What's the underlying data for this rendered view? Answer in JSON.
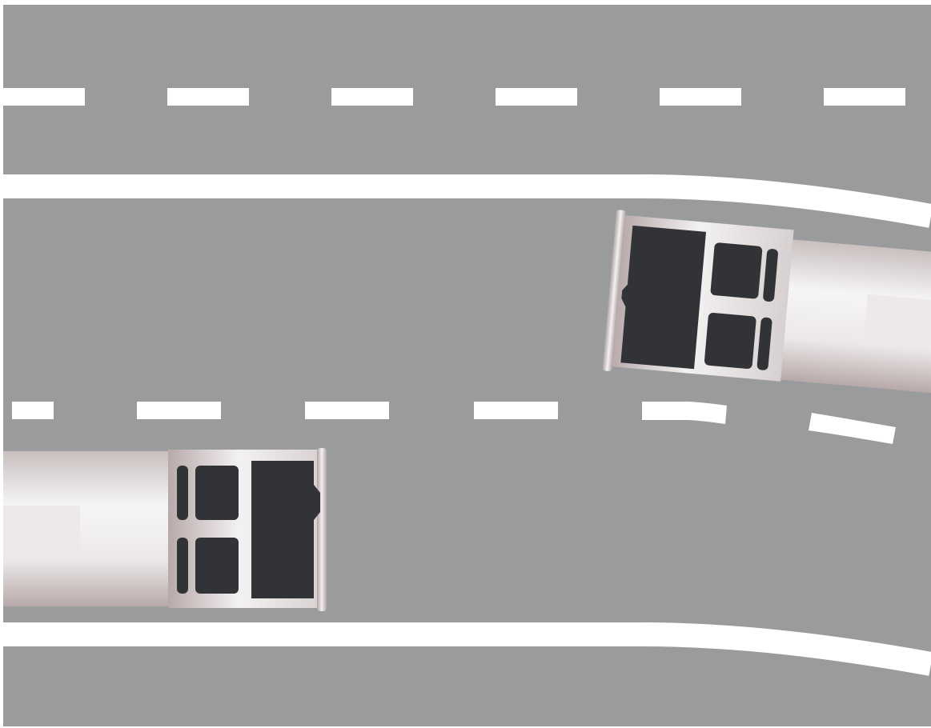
{
  "scene": {
    "description_visible_text": "",
    "colors": {
      "asphalt": "#9a9b9c",
      "marking": "#ffffff",
      "page_border": "#ffffff",
      "truck_body_light": "#f3f1f1",
      "truck_body_mid": "#d7d0d0",
      "truck_body_dark": "#b8a9aa",
      "truck_glass": "#323337"
    },
    "objects": {
      "trucks": [
        {
          "id": "truck-upper-right",
          "heading": "left"
        },
        {
          "id": "truck-lower-left",
          "heading": "right"
        }
      ],
      "lane_markings": [
        "dashed",
        "solid",
        "dashed",
        "solid"
      ]
    }
  }
}
